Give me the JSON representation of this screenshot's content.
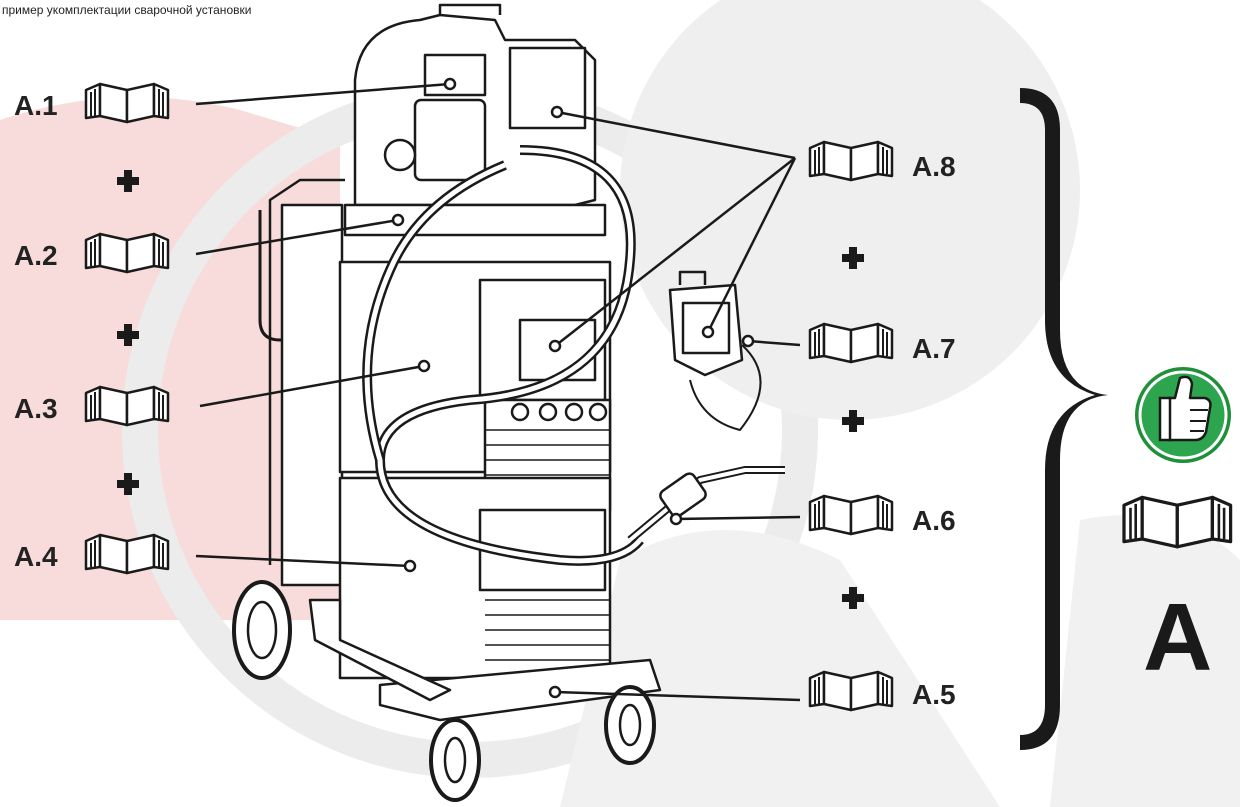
{
  "caption": "пример укомплектации сварочной установки",
  "colors": {
    "ink": "#1a1a1a",
    "watermark_red": "#f6d7d6",
    "watermark_gray": "#ececec",
    "approve_green": "#2da44e"
  },
  "labels": {
    "a1": "A.1",
    "a2": "A.2",
    "a3": "A.3",
    "a4": "A.4",
    "a5": "A.5",
    "a6": "A.6",
    "a7": "A.7",
    "a8": "A.8",
    "total": "A"
  },
  "icons": {
    "manual": "open-book-icon",
    "plus": "plus-icon",
    "approve": "thumbs-up-icon",
    "group": "curly-brace"
  }
}
